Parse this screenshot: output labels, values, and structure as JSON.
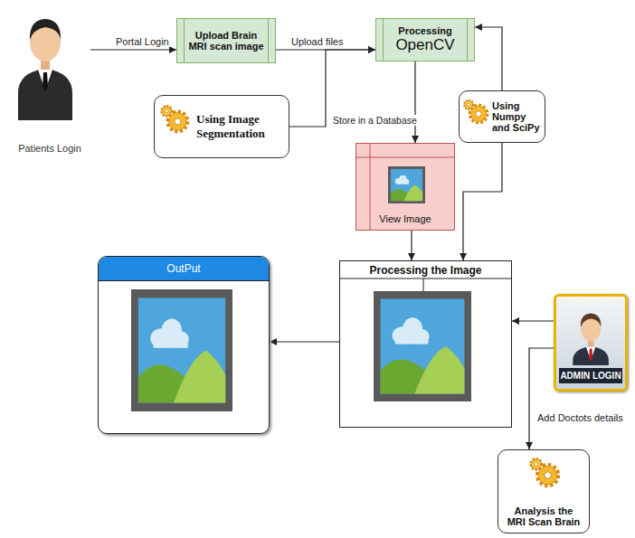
{
  "diagram": {
    "nodes": [
      {
        "text": [
          "Patients Login"
        ]
      },
      {
        "text": [
          "Upload Brain MRI scan image"
        ]
      },
      {
        "text": [
          "Processing",
          "OpenCV"
        ]
      },
      {
        "text": [
          "Using Image Segmentation"
        ]
      },
      {
        "text": [
          "Using Numpy and SciPy"
        ]
      },
      {
        "text": [
          "View Image"
        ]
      },
      {
        "text": [
          "Processing the Image"
        ]
      },
      {
        "text": [
          "OutPut"
        ]
      },
      {
        "text": [
          "ADMIN LOGIN"
        ]
      },
      {
        "text": [
          "Analysis the MRI Scan Brain"
        ]
      }
    ],
    "edges": [
      {
        "from": 0,
        "to": 1,
        "label": "Portal Login",
        "arrow": "to"
      },
      {
        "from": 1,
        "to": 2,
        "label": "Upload files",
        "arrow": "to"
      },
      {
        "from": 3,
        "to": 2,
        "label": "Store in a Database",
        "arrow": "to"
      },
      {
        "from": 4,
        "to": 2,
        "arrow": "to"
      },
      {
        "from": 2,
        "to": 5,
        "arrow": "to"
      },
      {
        "from": 4,
        "to": 6,
        "arrow": "to"
      },
      {
        "from": 5,
        "to": 6,
        "arrow": "to"
      },
      {
        "from": 6,
        "to": 7,
        "arrow": "to"
      },
      {
        "from": 8,
        "to": 6,
        "arrow": "to"
      },
      {
        "from": 8,
        "to": 9,
        "label": "Add Doctots details",
        "arrow": "to"
      }
    ]
  }
}
